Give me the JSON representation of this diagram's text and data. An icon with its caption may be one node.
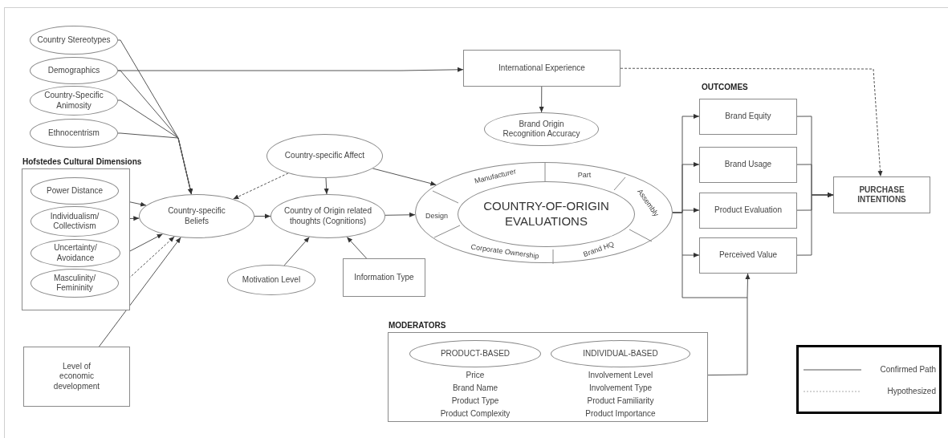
{
  "diagram": {
    "nodes": [
      {
        "text": [
          "Country Stereotypes"
        ]
      },
      {
        "text": [
          "Demographics"
        ]
      },
      {
        "text": [
          "Country-Specific Animosity"
        ]
      },
      {
        "text": [
          "Ethnocentrism"
        ]
      },
      {
        "text": [
          "Hofstedes Cultural Dimensions"
        ]
      },
      {
        "text": [
          "Power Distance"
        ],
        "in": 4
      },
      {
        "text": [
          "Individualism/ Collectivism"
        ],
        "in": 4
      },
      {
        "text": [
          "Uncertainty/ Avoidance"
        ],
        "in": 4
      },
      {
        "text": [
          "Masculinity/ Femininity"
        ],
        "in": 4
      },
      {
        "text": [
          "Level of economic development"
        ]
      },
      {
        "text": [
          "Country-specific Beliefs"
        ]
      },
      {
        "text": [
          "Country-specific Affect"
        ]
      },
      {
        "text": [
          "Country of Origin related thoughts (Cognitions)"
        ]
      },
      {
        "text": [
          "Motivation Level"
        ]
      },
      {
        "text": [
          "Information Type"
        ]
      },
      {
        "text": [
          "International Experience"
        ]
      },
      {
        "text": [
          "Brand Origin Recognition Accuracy"
        ]
      },
      {
        "text": [
          "Manufacturer",
          "Part",
          "Design",
          "Assembly",
          "Corporate Ownership",
          "Brand HQ"
        ]
      },
      {
        "text": [
          "COUNTRY-OF-ORIGIN EVALUATIONS"
        ],
        "in": 17
      },
      {
        "text": [
          "Brand Equity"
        ]
      },
      {
        "text": [
          "Brand Usage"
        ]
      },
      {
        "text": [
          "Product Evaluation"
        ]
      },
      {
        "text": [
          "Perceived Value"
        ]
      },
      {
        "text": [
          "PURCHASE INTENTIONS"
        ]
      },
      {
        "text": [
          "MODERATORS"
        ]
      },
      {
        "text": [
          "PRODUCT-BASED"
        ],
        "in": 24,
        "beside": [
          "Price",
          "Brand Name",
          "Product Type",
          "Product Complexity"
        ]
      },
      {
        "text": [
          "INDIVIDUAL-BASED"
        ],
        "in": 24,
        "beside": [
          "Involvement Level",
          "Involvement Type",
          "Product Familiarity",
          "Product Importance"
        ]
      }
    ],
    "edges": [
      {
        "from": 0,
        "to": 10,
        "arrow": "to"
      },
      {
        "from": 1,
        "to": 10,
        "arrow": "to"
      },
      {
        "from": 2,
        "to": 10,
        "arrow": "to"
      },
      {
        "from": 3,
        "to": 10,
        "arrow": "to"
      },
      {
        "from": 1,
        "to": 15,
        "arrow": "to"
      },
      {
        "from": 5,
        "to": 10,
        "arrow": "to"
      },
      {
        "from": 6,
        "to": 10,
        "arrow": "to"
      },
      {
        "from": 7,
        "to": 10,
        "arrow": "to"
      },
      {
        "from": 8,
        "to": 10,
        "arrow": "to",
        "style": "dashed"
      },
      {
        "from": 9,
        "to": 10,
        "arrow": "to"
      },
      {
        "from": 11,
        "to": 10,
        "arrow": "to",
        "style": "dashed"
      },
      {
        "from": 11,
        "to": 12,
        "arrow": "to"
      },
      {
        "from": 11,
        "to": 17,
        "arrow": "to"
      },
      {
        "from": 10,
        "to": 12,
        "arrow": "to"
      },
      {
        "from": 13,
        "to": 12,
        "arrow": "to"
      },
      {
        "from": 14,
        "to": 12,
        "arrow": "to"
      },
      {
        "from": 12,
        "to": 17,
        "arrow": "to"
      },
      {
        "from": 15,
        "to": 16,
        "arrow": "to"
      },
      {
        "from": 15,
        "to": 23,
        "arrow": "to",
        "style": "dashed"
      },
      {
        "from": 17,
        "to": 19,
        "arrow": "to"
      },
      {
        "from": 17,
        "to": 20,
        "arrow": "to"
      },
      {
        "from": 17,
        "to": 21,
        "arrow": "to"
      },
      {
        "from": 17,
        "to": 22,
        "arrow": "to"
      },
      {
        "from": 24,
        "to": 22,
        "arrow": "to"
      },
      {
        "from": 19,
        "to": 23,
        "arrow": "to"
      },
      {
        "from": 20,
        "to": 23,
        "arrow": "to"
      },
      {
        "from": 21,
        "to": 23,
        "arrow": "to"
      },
      {
        "from": 22,
        "to": 23,
        "arrow": "to"
      }
    ],
    "labels": [
      "OUTCOMES"
    ],
    "legend": [
      {
        "text": "Confirmed Path"
      },
      {
        "text": "Hypothesized"
      }
    ]
  }
}
